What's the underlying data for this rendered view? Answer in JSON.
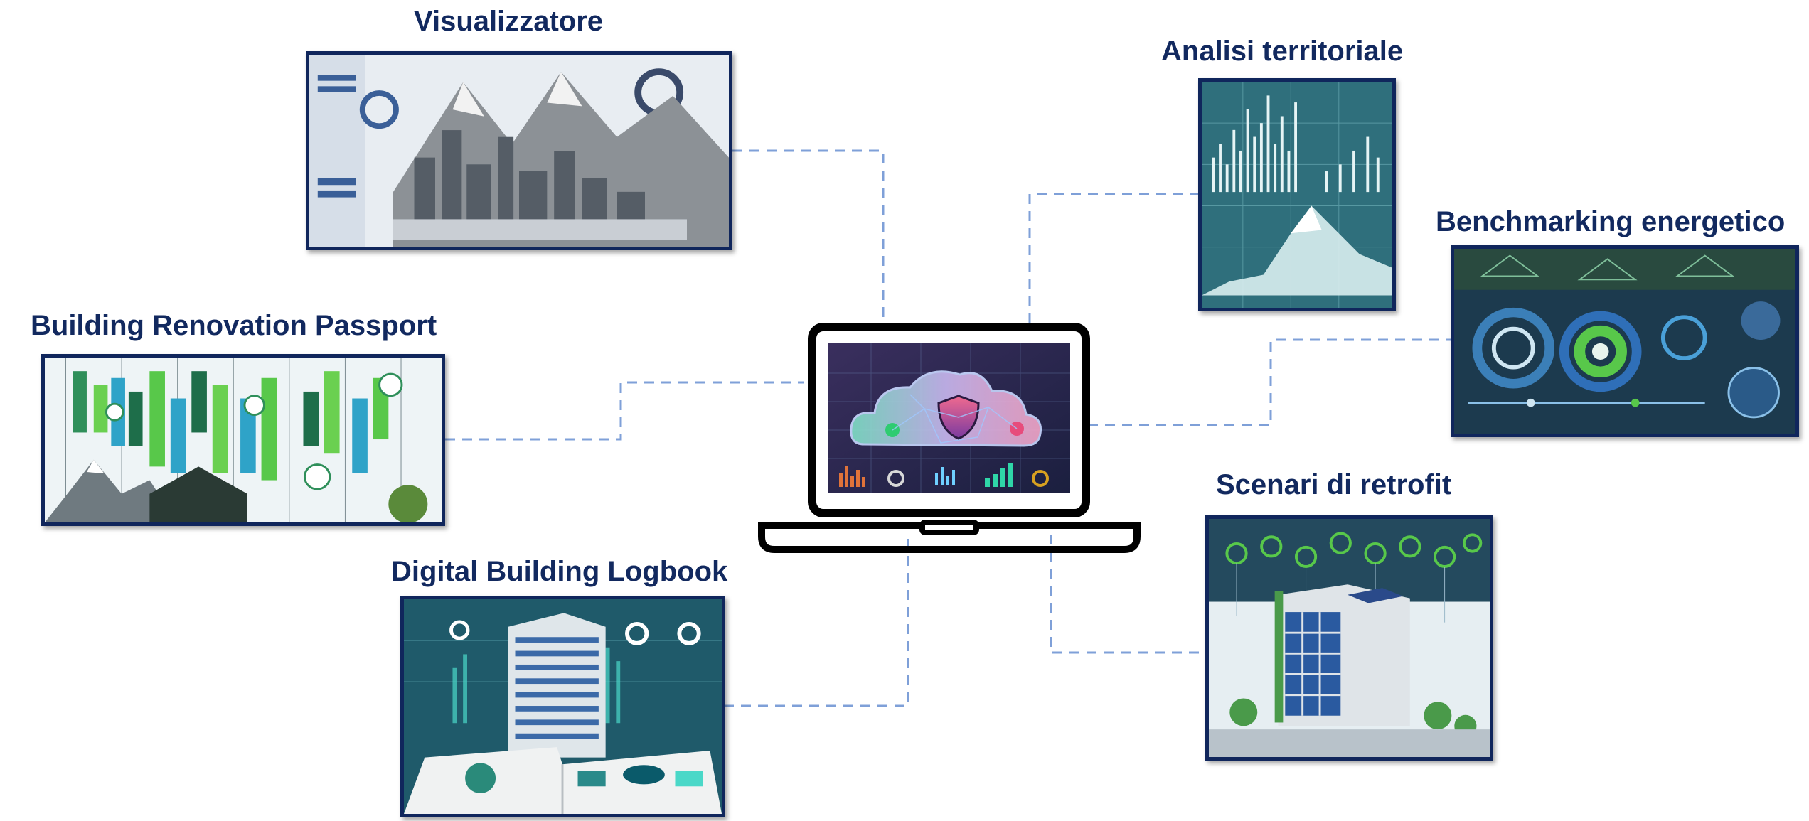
{
  "diagram": {
    "center": {
      "icon": "laptop-cloud-security-icon"
    },
    "modules": [
      {
        "id": "visualizzatore",
        "label": "Visualizzatore",
        "image": "mountain-city-3d-map"
      },
      {
        "id": "analisi",
        "label": "Analisi territoriale",
        "image": "mountain-peaks-line-chart"
      },
      {
        "id": "benchmarking",
        "label": "Benchmarking energetico",
        "image": "energy-dashboard-gauges"
      },
      {
        "id": "brp",
        "label": "Building Renovation Passport",
        "image": "green-bar-chart-with-house"
      },
      {
        "id": "logbook",
        "label": "Digital Building Logbook",
        "image": "building-on-open-book"
      },
      {
        "id": "retrofit",
        "label": "Scenari di retrofit",
        "image": "green-building-with-solar-panels"
      }
    ],
    "colors": {
      "title": "#12295f",
      "border": "#10265c",
      "connector": "#7fa0d8"
    }
  }
}
